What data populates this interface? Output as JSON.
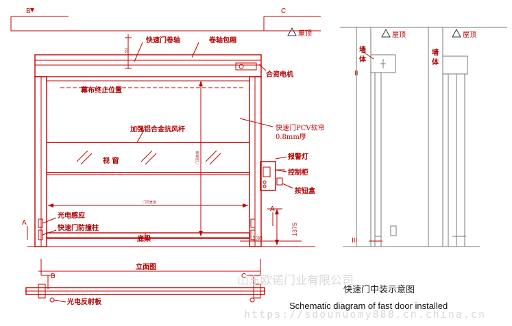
{
  "labels": {
    "roller_shaft": "快速门卷轴",
    "shaft_cover": "卷轴包厢",
    "motor": "合资电机",
    "curtain_stop": "幕布终止位置",
    "wind_bar": "加强铝合金抗风杆",
    "pvc_curtain_1": "快速门PCV软帘",
    "pvc_curtain_2": "0.8mm厚",
    "window": "视 窗",
    "alarm_light": "报警灯",
    "control_box": "控制柜",
    "button_box": "按钮盒",
    "photo_sensor": "光电感应",
    "anti_collision_post": "快速门防撞柱",
    "bottom_beam": "底梁",
    "front_view": "立面图",
    "reflector": "光电反射板",
    "roof_1": "屋顶",
    "roof_2": "屋顶",
    "roof_3": "屋顶",
    "wall_1": "墙\n体",
    "wall_2": "墙\n体"
  },
  "sections": {
    "B": "B",
    "C": "C",
    "A": "A",
    "I": "II",
    "III": "III"
  },
  "dimensions": {
    "top_gap": "352",
    "sensor_height": "1375",
    "bottom_gap": "130",
    "width_mark": "门洞宽度",
    "height_mark": "门洞高度"
  },
  "caption": {
    "zh": "快速门中装示意图",
    "en": "Schematic diagram of fast door installed"
  },
  "watermark": {
    "company": "山东欧诺门业有限公司",
    "url": "https://sdounuomy888.cn.china.cn"
  },
  "colors": {
    "line": "#c00000",
    "text": "#222222"
  }
}
